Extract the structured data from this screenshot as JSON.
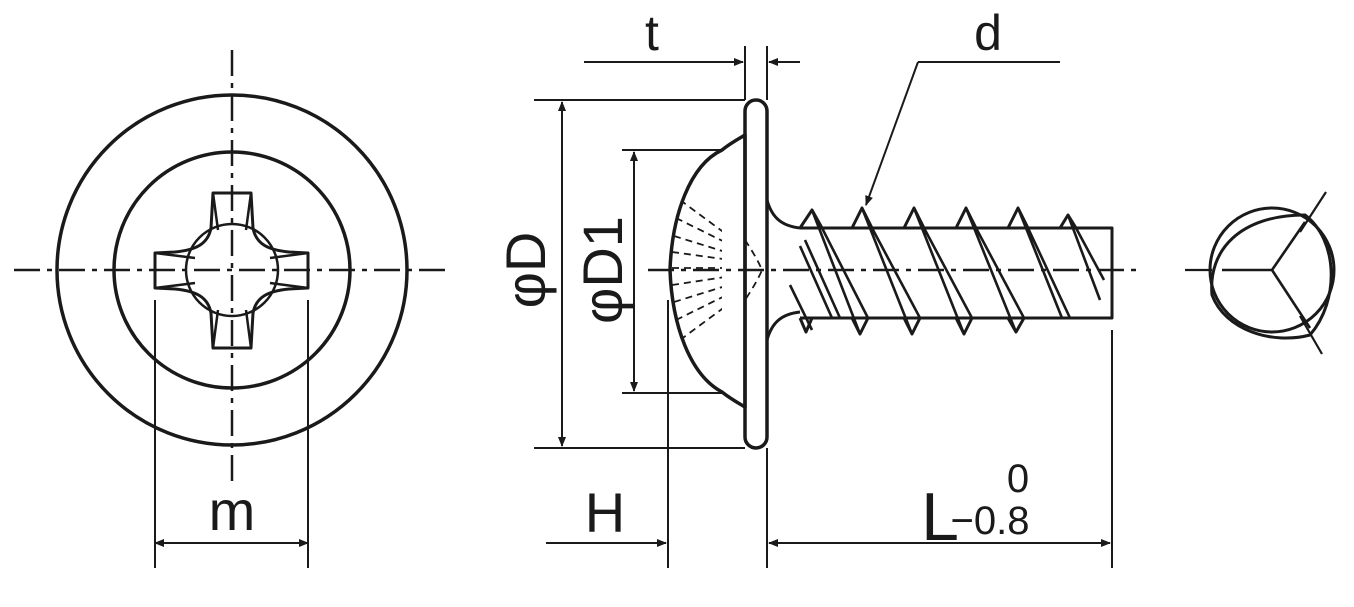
{
  "labels": {
    "t": "t",
    "d": "d",
    "D": "D",
    "D1": "D1",
    "phi": "φ",
    "m": "m",
    "H": "H",
    "L": "L",
    "tol_upper": "0",
    "tol_lower": "−0.8"
  },
  "colors": {
    "line": "#1a1a1a",
    "background": "#ffffff"
  }
}
